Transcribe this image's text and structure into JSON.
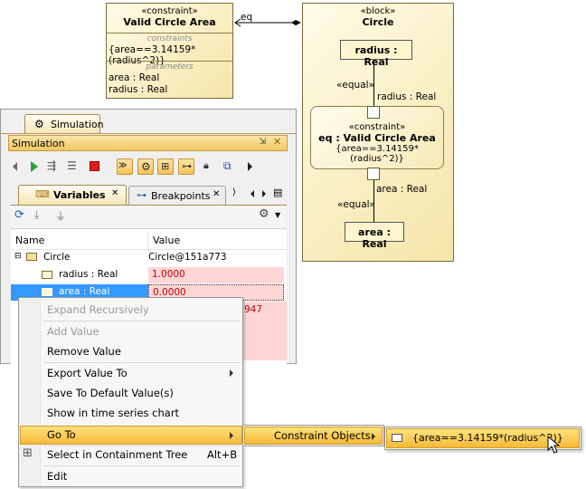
{
  "diagram": {
    "constraint_block": {
      "stereotype": "«constraint»",
      "name": "Valid Circle Area",
      "constraints_title": "constraints",
      "constraint": "{area==3.14159*(radius^2)}",
      "parameters_title": "parameters",
      "parameters": [
        "area : Real",
        "radius : Real"
      ]
    },
    "link_label": "eq",
    "circle_block": {
      "stereotype": "«block»",
      "name": "Circle",
      "radius_part": "radius : Real",
      "equal_1": "«equal»",
      "radius_param": "radius : Real",
      "constraint_stereotype": "«constraint»",
      "constraint_name": "eq : Valid Circle Area",
      "constraint_expr": "{area==3.14159*(radius^2)}",
      "area_param": "area : Real",
      "equal_2": "«equal»",
      "area_part": "area : Real"
    }
  },
  "simulation": {
    "tab_label": "Simulation",
    "title": "Simulation",
    "tabs": [
      {
        "label": "Variables",
        "active": true
      },
      {
        "label": "Breakpoints",
        "active": false
      }
    ],
    "columns": [
      "Name",
      "Value"
    ],
    "rows": [
      {
        "name": "Circle",
        "value": "Circle@151a773"
      },
      {
        "name": "radius : Real",
        "value": "1.0000"
      },
      {
        "name": "area : Real",
        "value": "0.0000"
      }
    ],
    "partial_value": "947"
  },
  "context_menu": {
    "items": [
      {
        "label": "Expand Recursively",
        "enabled": false
      },
      {
        "label": "Add Value",
        "enabled": false
      },
      {
        "label": "Remove Value",
        "enabled": true
      },
      {
        "label": "Export Value To",
        "enabled": true,
        "submenu": true
      },
      {
        "label": "Save To Default Value(s)",
        "enabled": true
      },
      {
        "label": "Show in time series chart",
        "enabled": true
      },
      {
        "label": "Go To",
        "enabled": true,
        "submenu": true,
        "highlighted": true
      },
      {
        "label": "Select in Containment Tree",
        "shortcut": "Alt+B",
        "enabled": true
      },
      {
        "label": "Edit",
        "enabled": true
      }
    ],
    "submenu": {
      "label": "Constraint Objects",
      "item": "{area==3.14159*(radius^2)}"
    }
  },
  "colors": {
    "highlight": "#f5c350",
    "selection": "#3399ff",
    "error_bg": "#ffd6d6",
    "error_text": "#c00000",
    "block_fill": "#f5e5a8"
  }
}
